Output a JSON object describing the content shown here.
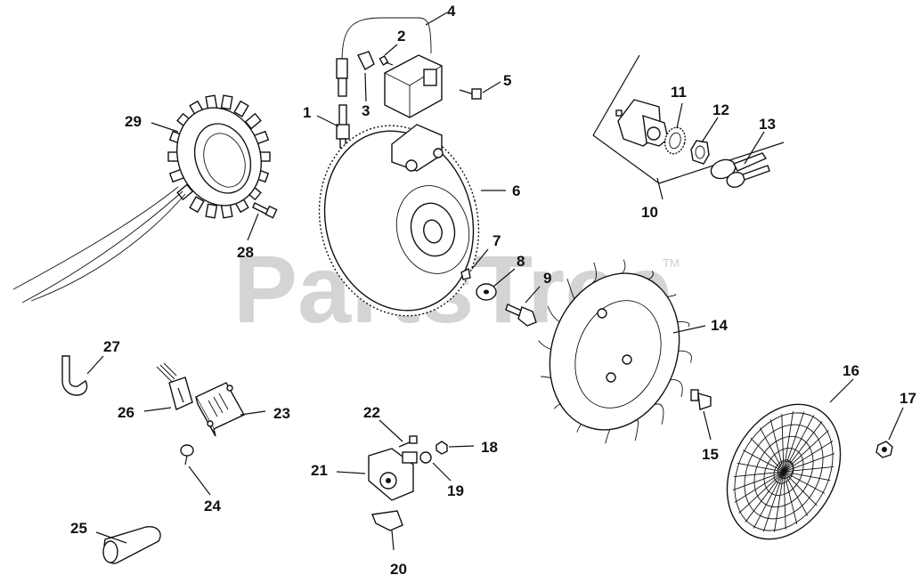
{
  "watermark": {
    "text": "PartsTree",
    "trademark": "TM"
  },
  "callouts": [
    "1",
    "2",
    "3",
    "4",
    "5",
    "6",
    "7",
    "8",
    "9",
    "10",
    "11",
    "12",
    "13",
    "14",
    "15",
    "16",
    "17",
    "18",
    "19",
    "20",
    "21",
    "22",
    "23",
    "24",
    "25",
    "26",
    "27",
    "28",
    "29"
  ]
}
